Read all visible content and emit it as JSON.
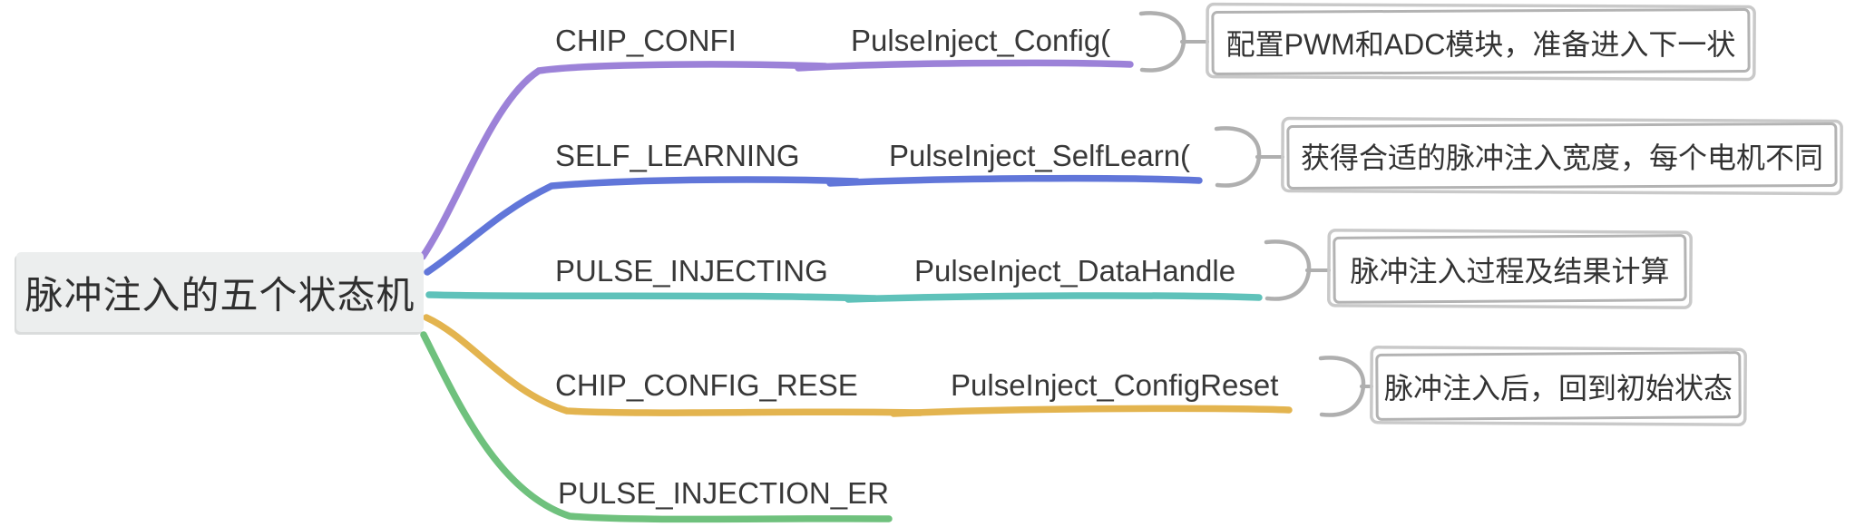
{
  "root": {
    "label": "脉冲注入的五个状态机"
  },
  "branches": [
    {
      "state": "CHIP_CONFI",
      "function": "PulseInject_Config(",
      "summary": "配置PWM和ADC模块，准备进入下一状",
      "color": "#9C82D8"
    },
    {
      "state": "SELF_LEARNING",
      "function": "PulseInject_SelfLearn(",
      "summary": "获得合适的脉冲注入宽度，每个电机不同",
      "color": "#6176D9"
    },
    {
      "state": "PULSE_INJECTING",
      "function": "PulseInject_DataHandle",
      "summary": "脉冲注入过程及结果计算",
      "color": "#5FC2BA"
    },
    {
      "state": "CHIP_CONFIG_RESE",
      "function": "PulseInject_ConfigReset",
      "summary": "脉冲注入后，回到初始状态",
      "color": "#E3B44F"
    },
    {
      "state": "PULSE_INJECTION_ER",
      "color": "#6FC17D"
    }
  ],
  "palette": {
    "bracket": "#AFAFAF",
    "box_border": "#C9C9C9",
    "box_border_inner": "#B3B3B3",
    "topic_text": "#383838",
    "root_bg": "#ECEEEE",
    "canvas_bg": "#FFFFFF"
  }
}
